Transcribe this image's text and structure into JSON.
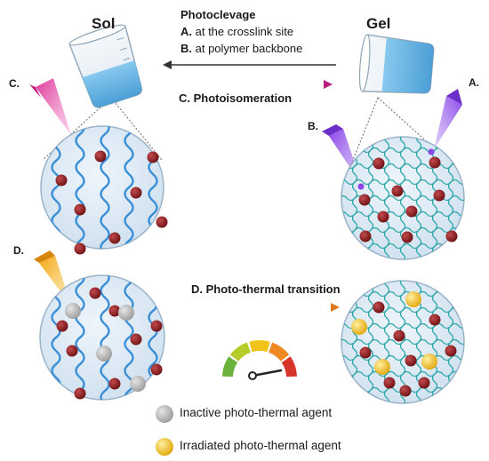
{
  "states": {
    "sol": "Sol",
    "gel": "Gel"
  },
  "photocleavage": {
    "title": "Photoclevage",
    "items": [
      {
        "letter": "A.",
        "text": " at the crosslink site"
      },
      {
        "letter": "B.",
        "text": " at polymer backbone"
      }
    ]
  },
  "photoisomeration": "C. Photoisomeration",
  "photothermal": "D. Photo-thermal transition",
  "light_labels": {
    "a": "A.",
    "b": "B.",
    "c": "C.",
    "d": "D."
  },
  "legend": [
    {
      "label": "Inactive photo-thermal agent",
      "color": "#b9b9b9"
    },
    {
      "label": "Irradiated photo-thermal agent",
      "color": "#f2c21b"
    }
  ],
  "colors": {
    "particle": "#8e1f22",
    "chain": "#3a8fd6",
    "network": "#2aa6a6",
    "circle_fill": "#d9e8f5",
    "circle_stroke": "#9ab3c8",
    "light_magenta": "#e0359a",
    "light_violet": "#8a45e8",
    "light_orange": "#f5a30c",
    "arrow_left": "#333333",
    "arrow_right_c": "#c03a93",
    "arrow_right_d": "#e88a2e"
  },
  "gauge_colors": [
    "#6cb33e",
    "#b6cc2b",
    "#f1c319",
    "#ef8a22",
    "#d8352a"
  ]
}
